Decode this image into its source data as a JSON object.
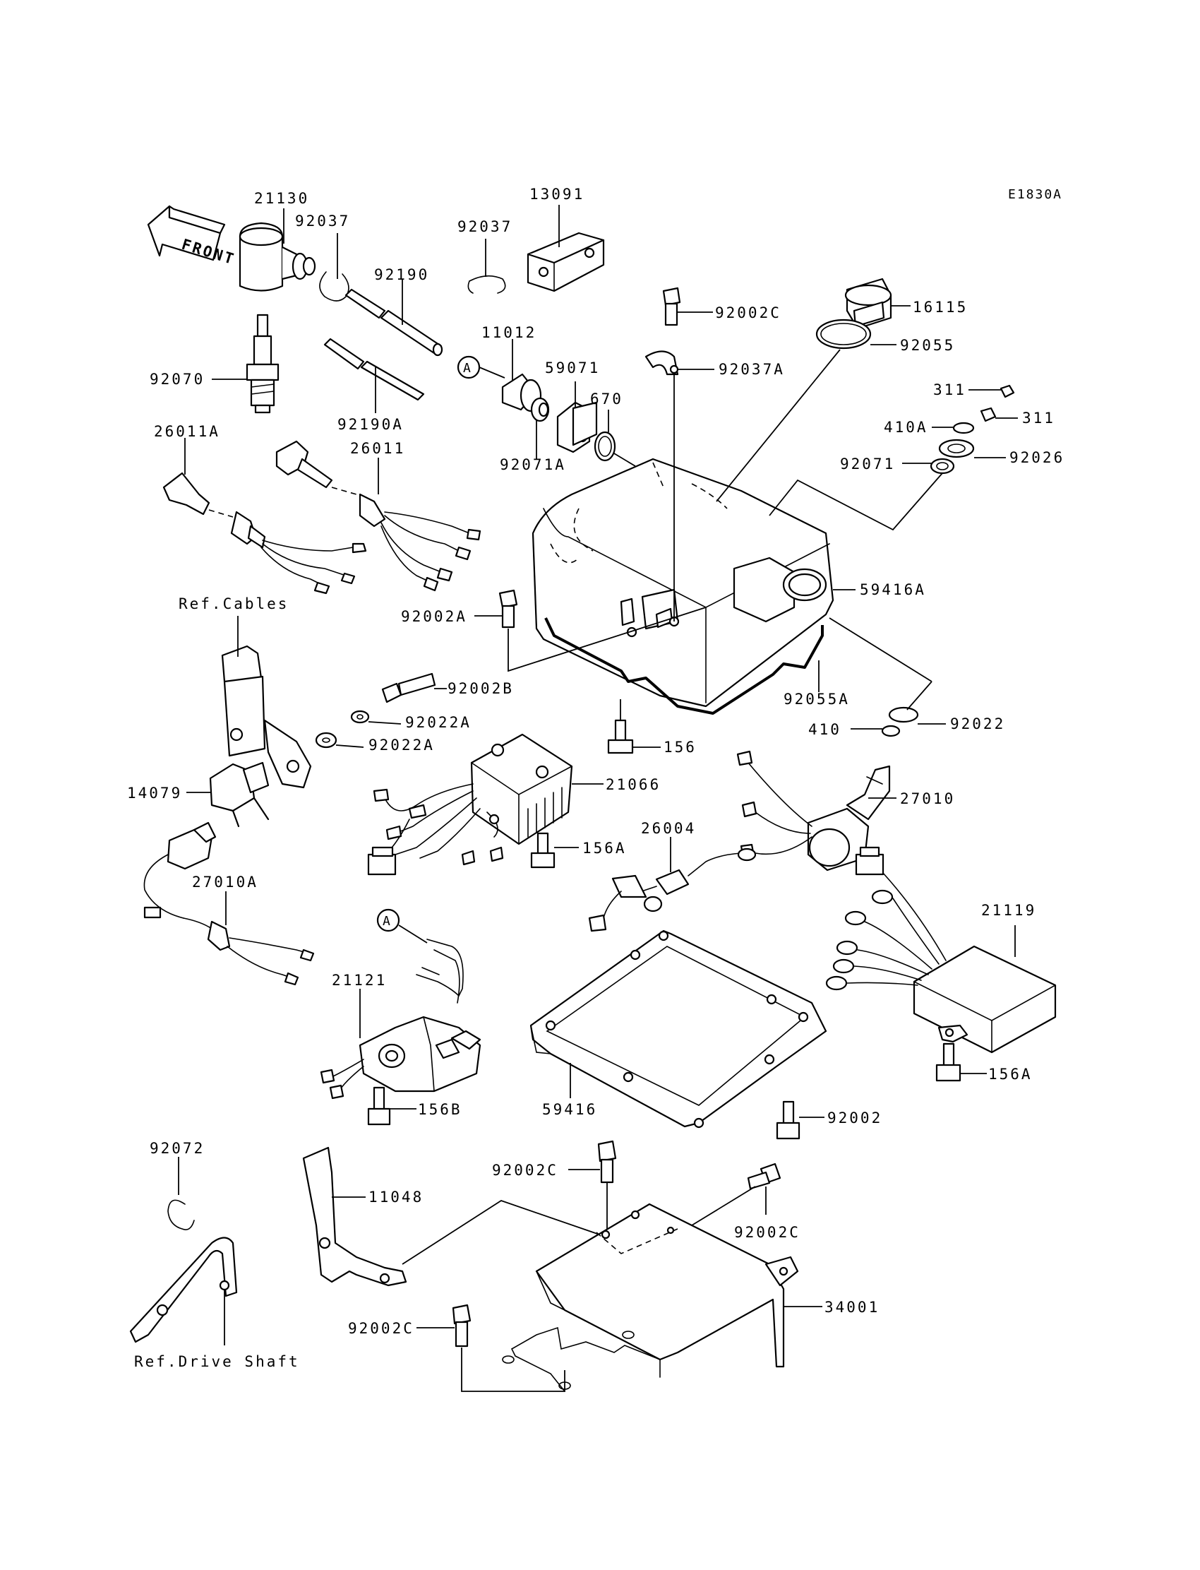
{
  "diagram_code": "E1830A",
  "front_label": "FRONT",
  "refs": {
    "cables": "Ref.Cables",
    "drive_shaft": "Ref.Drive Shaft",
    "callout_a": "A"
  },
  "parts": {
    "p21130": "21130",
    "p92037_a": "92037",
    "p92037_b": "92037",
    "p13091": "13091",
    "p92190": "92190",
    "p92190A": "92190A",
    "p92070": "92070",
    "p11012": "11012",
    "p59071": "59071",
    "p670": "670",
    "p92071A": "92071A",
    "p92002C_top": "92002C",
    "p92037A": "92037A",
    "p16115": "16115",
    "p92055": "92055",
    "p311_a": "311",
    "p311_b": "311",
    "p410A": "410A",
    "p92026": "92026",
    "p92071": "92071",
    "p26011A": "26011A",
    "p26011": "26011",
    "p59416A": "59416A",
    "p92002A": "92002A",
    "p92055A": "92055A",
    "p92002B": "92002B",
    "p92022A_a": "92022A",
    "p92022A_b": "92022A",
    "p410": "410",
    "p92022": "92022",
    "p156": "156",
    "p21066": "21066",
    "p27010": "27010",
    "p14079": "14079",
    "p156A_a": "156A",
    "p26004": "26004",
    "p27010A": "27010A",
    "p21119": "21119",
    "p21121": "21121",
    "p156A_b": "156A",
    "p156B": "156B",
    "p59416": "59416",
    "p92002": "92002",
    "p92072": "92072",
    "p92002C_a": "92002C",
    "p11048": "11048",
    "p92002C_b": "92002C",
    "p34001": "34001",
    "p92002C_c": "92002C"
  }
}
